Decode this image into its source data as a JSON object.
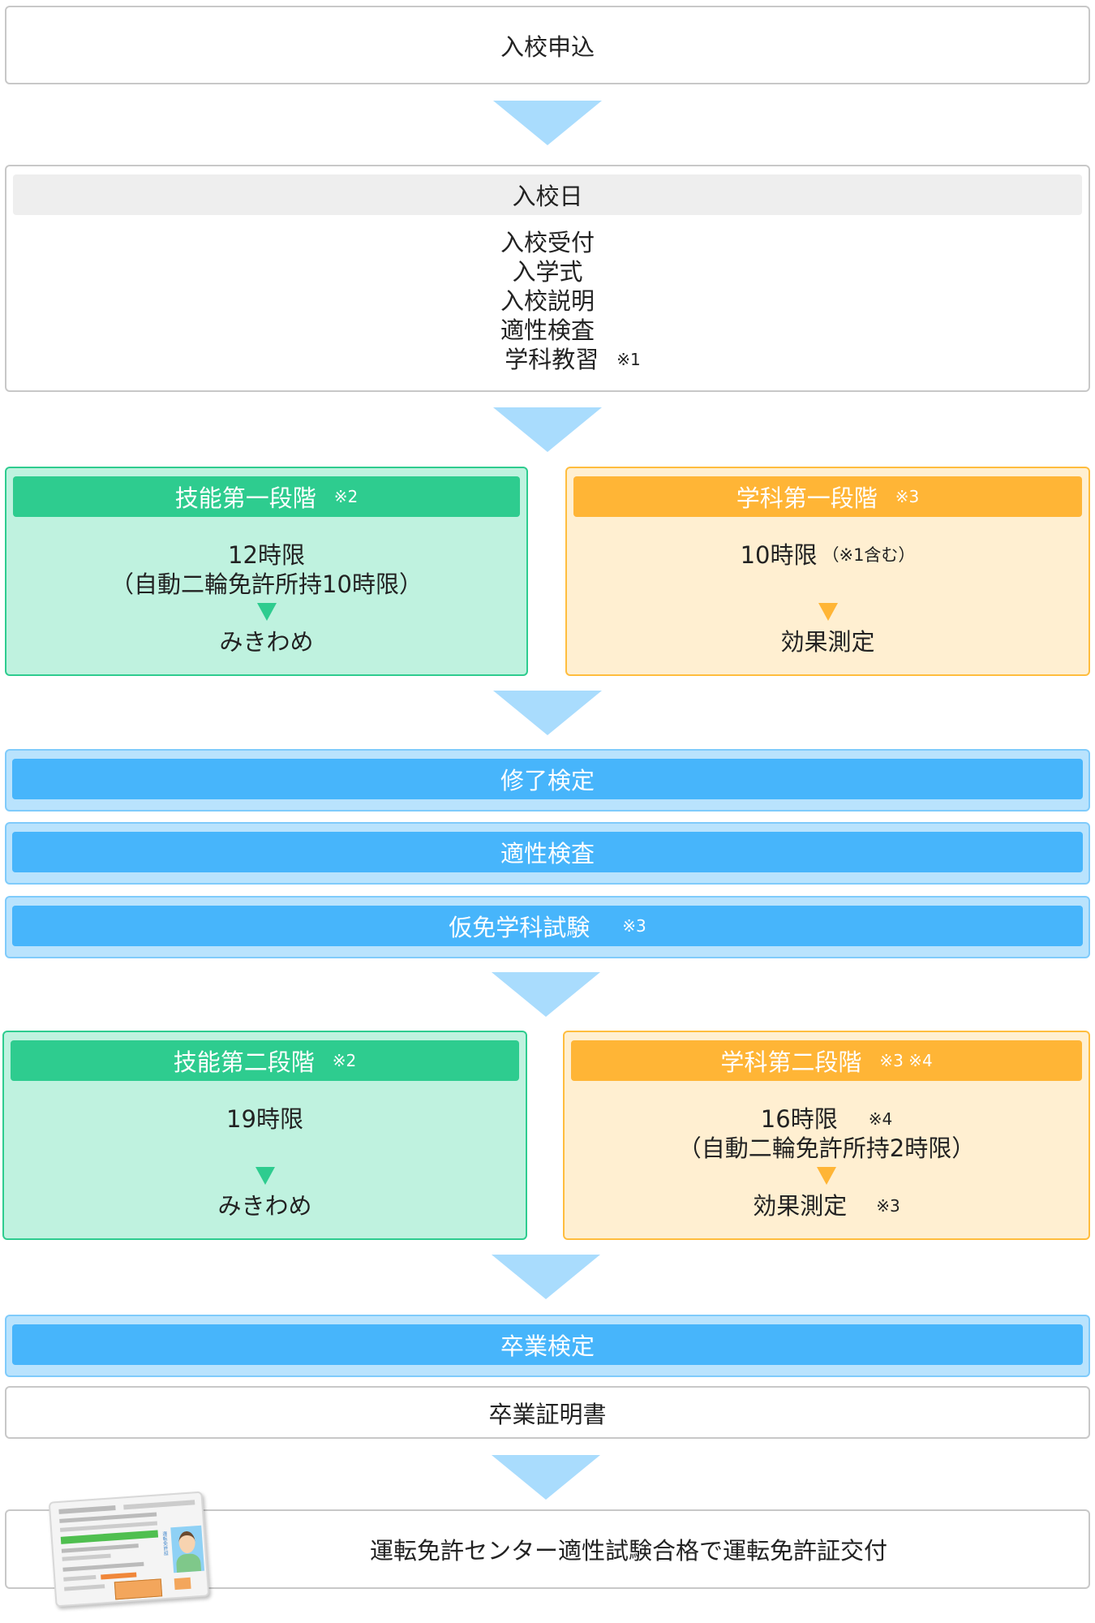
{
  "step_apply": {
    "label": "入校申込"
  },
  "enrollment_day": {
    "title": "入校日",
    "items": [
      "入校受付",
      "入学式",
      "入校説明",
      "適性検査",
      "学科教習"
    ],
    "last_item_note": "※1"
  },
  "practical_stage1": {
    "title": "技能第一段階",
    "note": "※2",
    "hours": "12時限",
    "hours_sub": "（自動二輪免許所持10時限）",
    "result": "みきわめ"
  },
  "academic_stage1": {
    "title": "学科第一段階",
    "note": "※3",
    "hours": "10時限",
    "hours_note": "（※1含む）",
    "result": "効果測定"
  },
  "midterm_steps": [
    {
      "label": "修了検定",
      "note": ""
    },
    {
      "label": "適性検査",
      "note": ""
    },
    {
      "label": "仮免学科試験",
      "note": "※3"
    }
  ],
  "practical_stage2": {
    "title": "技能第二段階",
    "note": "※2",
    "hours": "19時限",
    "result": "みきわめ"
  },
  "academic_stage2": {
    "title": "学科第二段階",
    "note": "※3 ※4",
    "hours": "16時限",
    "hours_note": "※4",
    "hours_sub": "（自動二輪免許所持2時限）",
    "result": "効果測定",
    "result_note": "※3"
  },
  "graduation_exam": {
    "label": "卒業検定"
  },
  "graduation_certificate": {
    "label": "卒業証明書"
  },
  "license_issue": {
    "label": "運転免許センター適性試験合格で運転免許証交付",
    "card_text": "運転免許証"
  },
  "colors": {
    "arrow": "#a9dcfd",
    "green": "#2ecc8f",
    "orange": "#ffb536",
    "blue": "#47b5fb"
  }
}
